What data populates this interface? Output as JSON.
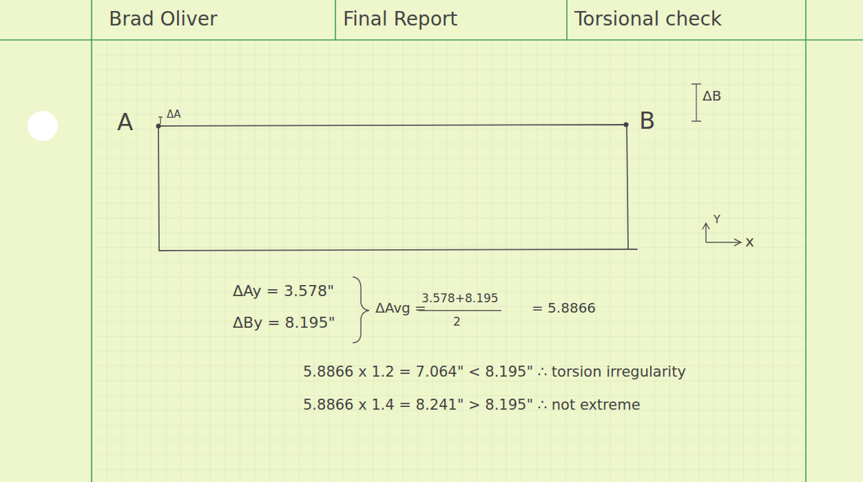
{
  "diagram": {
    "labels": [
      "Brad Oliver",
      "Final Report",
      "Torsional check",
      "A",
      "ΔA",
      "ΔB",
      "B",
      "Y",
      "x",
      "ΔAy = 3.578\"",
      "ΔBy = 8.195\"",
      "ΔAvg =",
      "3.578+8.195",
      "2",
      "= 5.8866",
      "5.8866 x 1.2 = 7.064\" < 8.195\" ∴ torsion irregularity",
      "5.8866 x 1.4 = 8.241\" > 8.195\" ∴ not extreme"
    ]
  }
}
